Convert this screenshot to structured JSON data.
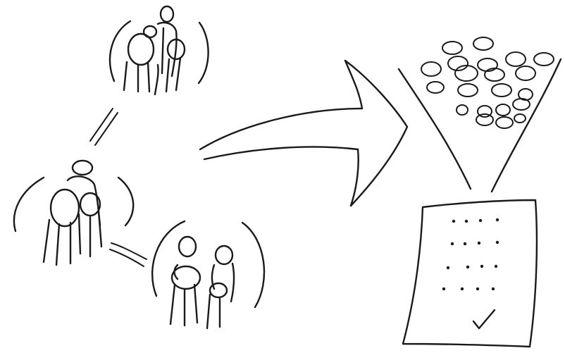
{
  "diagram": {
    "style": "hand-drawn sketch",
    "stroke_color": "#1a1a1a",
    "background_color": "#ffffff",
    "groups": [
      {
        "id": "group-top",
        "people": 3
      },
      {
        "id": "group-left",
        "people": 3
      },
      {
        "id": "group-bottom",
        "people": 2
      }
    ],
    "connectors": [
      {
        "from": "group-top",
        "to": "group-left"
      },
      {
        "from": "group-left",
        "to": "group-bottom"
      }
    ],
    "arrow": {
      "direction": "right"
    },
    "funnel": {
      "items_count": 21
    },
    "document": {
      "dot_rows": 4,
      "dots_per_row": 4,
      "has_checkmark": true
    }
  }
}
